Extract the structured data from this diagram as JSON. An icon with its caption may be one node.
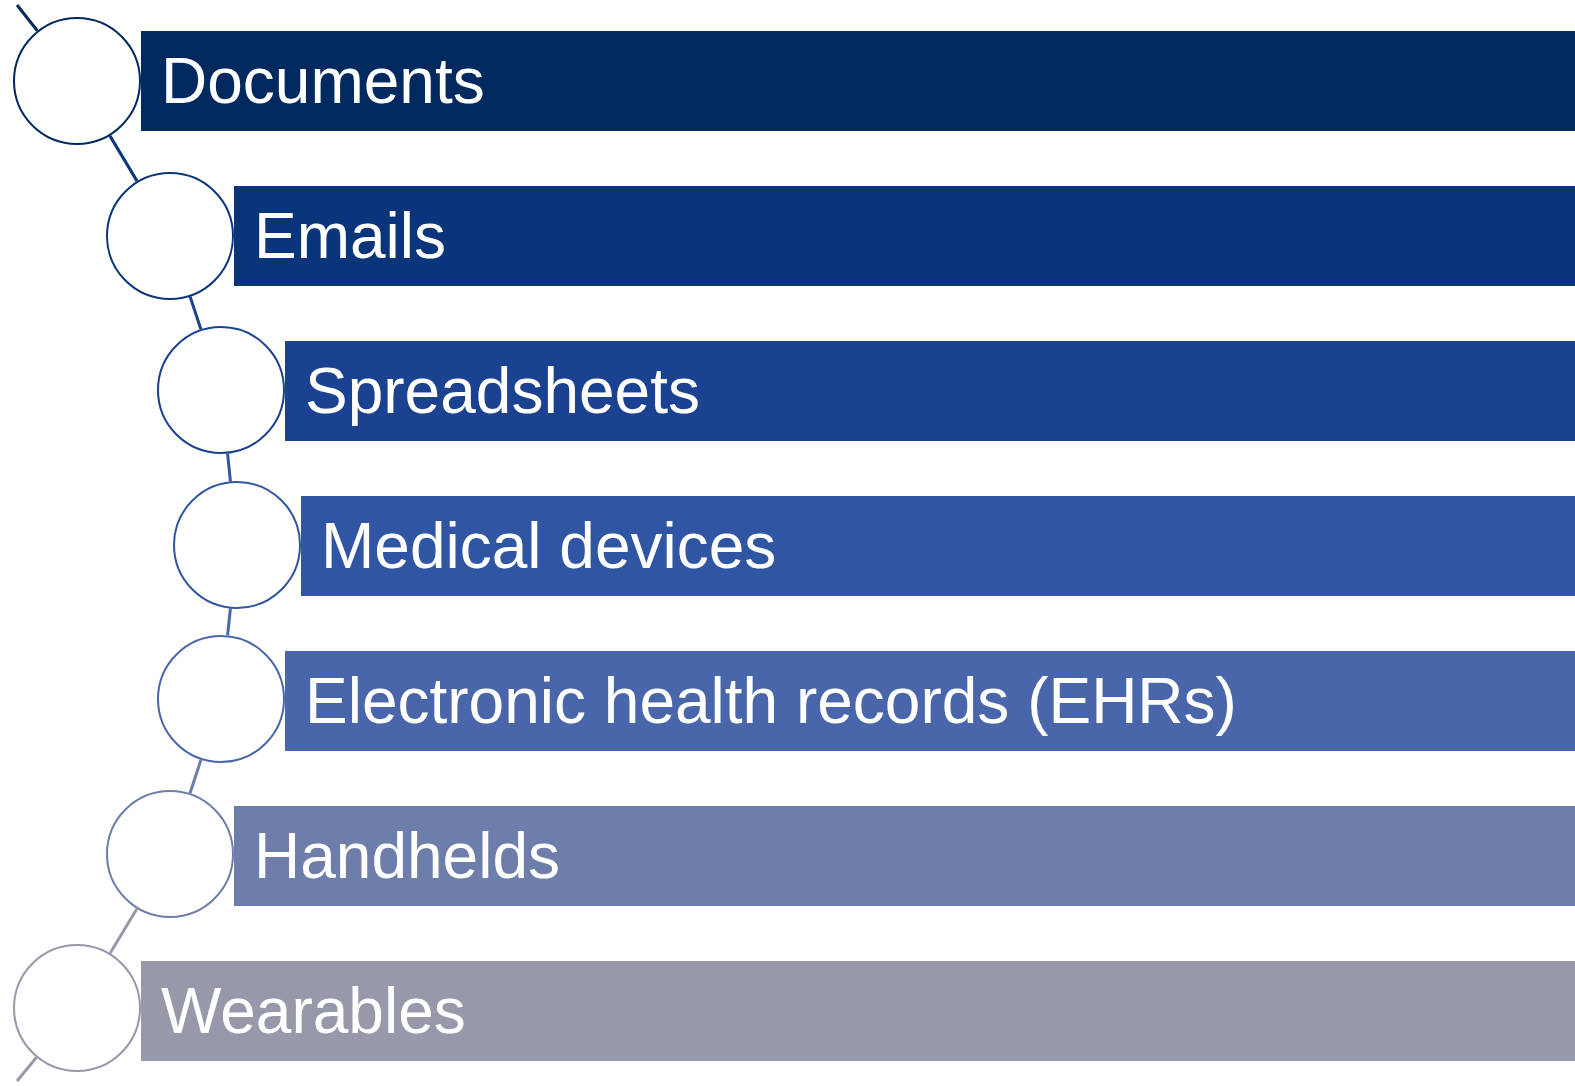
{
  "diagram": {
    "nodes": [
      {
        "text": [
          "Documents"
        ]
      },
      {
        "text": [
          "Emails"
        ]
      },
      {
        "text": [
          "Spreadsheets"
        ]
      },
      {
        "text": [
          "Medical devices"
        ]
      },
      {
        "text": [
          "Electronic health records (EHRs)"
        ]
      },
      {
        "text": [
          "Handhelds"
        ]
      },
      {
        "text": [
          "Wearables"
        ]
      },
      {
        "text": [],
        "shape": "circle"
      },
      {
        "text": [],
        "shape": "circle"
      },
      {
        "text": [],
        "shape": "circle"
      },
      {
        "text": [],
        "shape": "circle"
      },
      {
        "text": [],
        "shape": "circle"
      },
      {
        "text": [],
        "shape": "circle"
      },
      {
        "text": [],
        "shape": "circle"
      }
    ],
    "edges": [
      {
        "from": null,
        "to": 7,
        "arrow": "none",
        "color": "#002960"
      },
      {
        "from": 7,
        "to": 8,
        "arrow": "none",
        "color": "#0a357a"
      },
      {
        "from": 8,
        "to": 9,
        "arrow": "none",
        "color": "#1a4290"
      },
      {
        "from": 9,
        "to": 10,
        "arrow": "none",
        "color": "#2f55a3"
      },
      {
        "from": 10,
        "to": 11,
        "arrow": "none",
        "color": "#4a66ab"
      },
      {
        "from": 11,
        "to": 12,
        "arrow": "none",
        "color": "#6e7eab"
      },
      {
        "from": 12,
        "to": 13,
        "arrow": "none",
        "color": "#9799aa"
      },
      {
        "from": 13,
        "to": null,
        "arrow": "none",
        "color": "#9799aa"
      }
    ]
  }
}
